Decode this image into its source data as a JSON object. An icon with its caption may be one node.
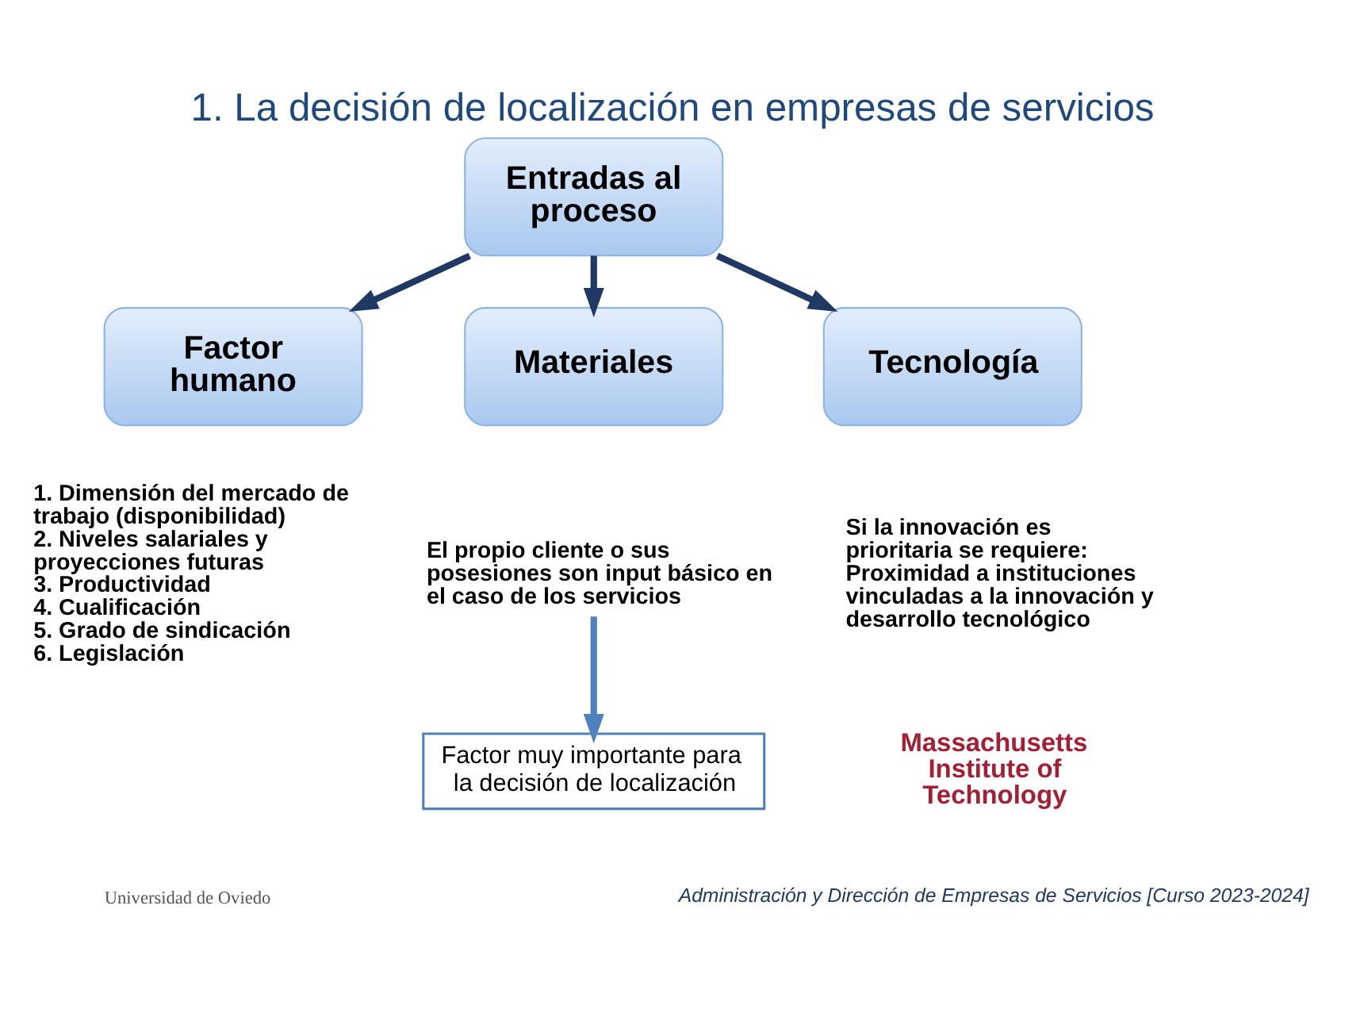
{
  "diagram": {
    "title": "1. La decisión de localización en empresas de servicios",
    "nodes": [
      {
        "text": [
          "Entradas al proceso"
        ]
      },
      {
        "text": [
          "Factor humano"
        ],
        "beside": [
          "1. Dimensión del mercado de trabajo (disponibilidad)",
          "2. Niveles salariales y proyecciones futuras",
          "3. Productividad",
          "4. Cualificación",
          "5. Grado de sindicación",
          "6. Legislación"
        ]
      },
      {
        "text": [
          "Materiales"
        ]
      },
      {
        "text": [
          "Tecnología"
        ],
        "beside": [
          "Si la innovación es prioritaria se requiere:",
          "Proximidad a instituciones vinculadas a la innovación y desarrollo tecnológico"
        ]
      },
      {
        "text": [
          "El propio cliente o sus posesiones son input básico en el caso de los servicios"
        ]
      },
      {
        "text": [
          "Factor muy importante para la decisión de localización"
        ]
      }
    ],
    "edges": [
      {
        "from": 0,
        "to": 1,
        "arrow": "to"
      },
      {
        "from": 0,
        "to": 2,
        "arrow": "to"
      },
      {
        "from": 0,
        "to": 3,
        "arrow": "to"
      },
      {
        "from": 4,
        "to": 5,
        "arrow": "to",
        "color": "#4f81bd"
      }
    ],
    "labels": [
      "Massachusetts Institute of Technology",
      "Universidad de Oviedo",
      "Administración y Dirección de Empresas de Servicios [Curso 2023-2024]"
    ]
  }
}
